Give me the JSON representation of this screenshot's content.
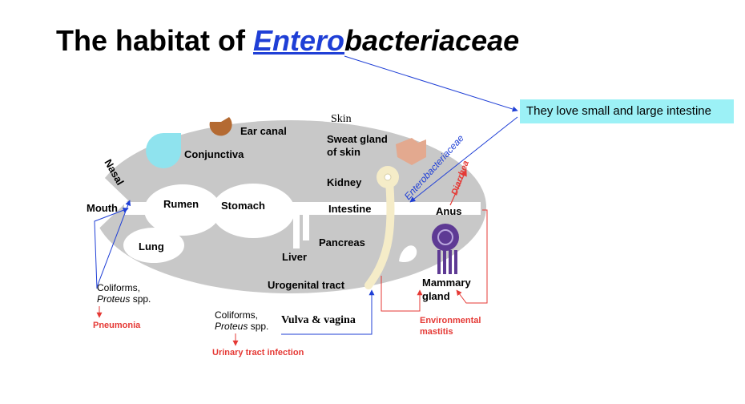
{
  "title": {
    "prefix": "The habitat of ",
    "entero": "Entero",
    "bacteria": "bacteriaceae"
  },
  "callout": "They love small and large intestine",
  "labels": {
    "ear_canal": "Ear canal",
    "skin": "Skin",
    "sweat_gland": "Sweat gland",
    "of_skin": "of skin",
    "conjunctiva": "Conjunctiva",
    "nasal": "Nasal",
    "kidney": "Kidney",
    "mouth": "Mouth",
    "rumen": "Rumen",
    "stomach": "Stomach",
    "intestine": "Intestine",
    "anus": "Anus",
    "lung": "Lung",
    "pancreas": "Pancreas",
    "liver": "Liver",
    "urogenital_tract": "Urogenital tract",
    "mammary": "Mammary",
    "gland": "gland",
    "vulva_vagina": "Vulva & vagina",
    "enterobacteriaceae": "Enterobacteriaceae",
    "diarrhea": "Diarrhea"
  },
  "annotations": {
    "left_coliforms": "Coliforms,",
    "left_proteus": "Proteus",
    "left_spp": " spp.",
    "pneumonia": "Pneumonia",
    "mid_coliforms": "Coliforms,",
    "mid_proteus": "Proteus",
    "mid_spp": " spp.",
    "uti": "Urinary tract infection",
    "env_mastitis_1": "Environmental",
    "env_mastitis_2": "mastitis"
  },
  "colors": {
    "body": "#c8c8c8",
    "organ": "#ffffff",
    "conjunctiva": "#8fe3ee",
    "ear": "#b46a32",
    "sweat_gland": "#e3a98f",
    "urogenital": "#f5ecc8",
    "mammary": "#5e3a94",
    "blue_arrow": "#1f3fd6",
    "red_arrow": "#e53935",
    "callout_bg": "#9cf1f6"
  }
}
